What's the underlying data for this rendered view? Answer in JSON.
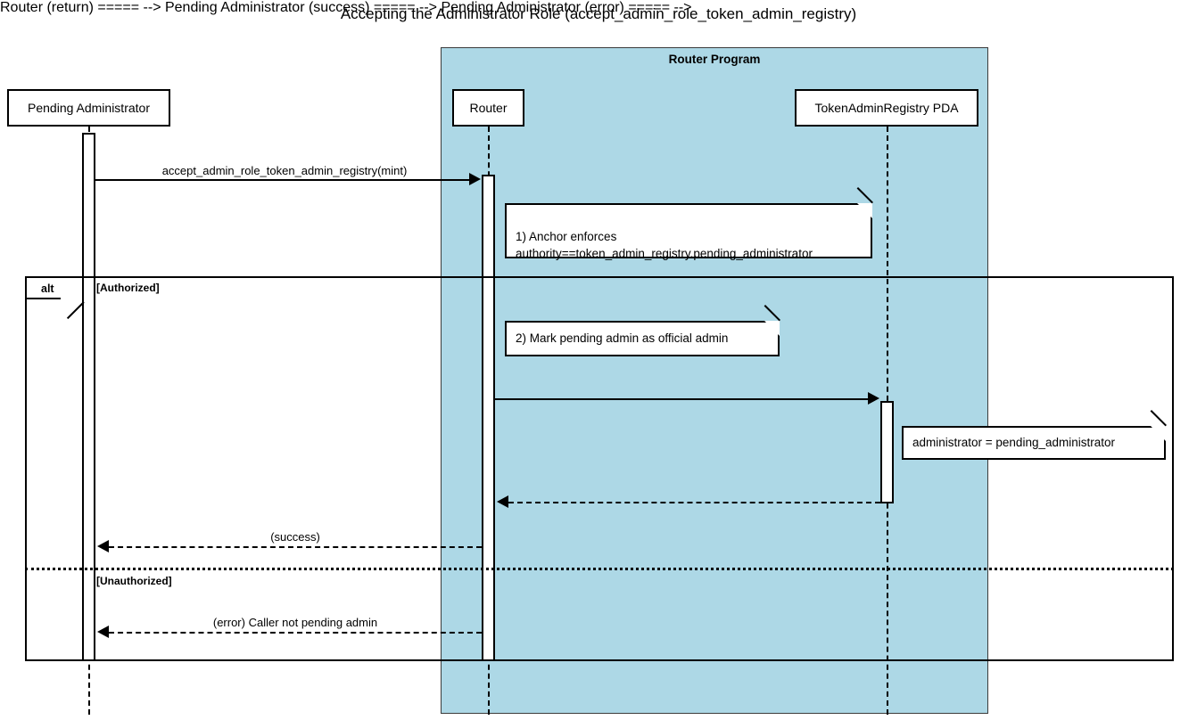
{
  "title": "Accepting the Administrator Role (accept_admin_role_token_admin_registry)",
  "colors": {
    "program_fill": "#add8e6",
    "stroke": "#000000",
    "note_fill": "#ffffff",
    "participant_fill": "#ffffff"
  },
  "program": {
    "label": "Router Program"
  },
  "participants": [
    {
      "id": "pending-administrator",
      "label": "Pending Administrator"
    },
    {
      "id": "router",
      "label": "Router"
    },
    {
      "id": "token-admin-registry-pda",
      "label": "TokenAdminRegistry PDA"
    }
  ],
  "messages": [
    {
      "id": "m1",
      "label": "accept_admin_role_token_admin_registry(mint)",
      "from": "pending-administrator",
      "to": "router",
      "style": "solid",
      "direction": "right"
    },
    {
      "id": "m2",
      "label": "",
      "from": "router",
      "to": "token-admin-registry-pda",
      "style": "solid",
      "direction": "right"
    },
    {
      "id": "m3",
      "label": "",
      "from": "token-admin-registry-pda",
      "to": "router",
      "style": "dashed",
      "direction": "left"
    },
    {
      "id": "m4",
      "label": "(success)",
      "from": "router",
      "to": "pending-administrator",
      "style": "dashed",
      "direction": "left"
    },
    {
      "id": "m5",
      "label": "(error) Caller not pending admin",
      "from": "router",
      "to": "pending-administrator",
      "style": "dashed",
      "direction": "left"
    }
  ],
  "notes": [
    {
      "id": "note-anchor-enforces",
      "text": "1) Anchor enforces\nauthority==token_admin_registry.pending_administrator",
      "attached_to": "router"
    },
    {
      "id": "note-mark-pending-admin",
      "text": "2) Mark pending admin as official admin",
      "attached_to": "router"
    },
    {
      "id": "note-administrator-assignment",
      "text": "administrator = pending_administrator",
      "attached_to": "token-admin-registry-pda"
    }
  ],
  "fragment": {
    "operator": "alt",
    "guards": [
      {
        "id": "guard-authorized",
        "label": "[Authorized]"
      },
      {
        "id": "guard-unauthorized",
        "label": "[Unauthorized]"
      }
    ]
  }
}
